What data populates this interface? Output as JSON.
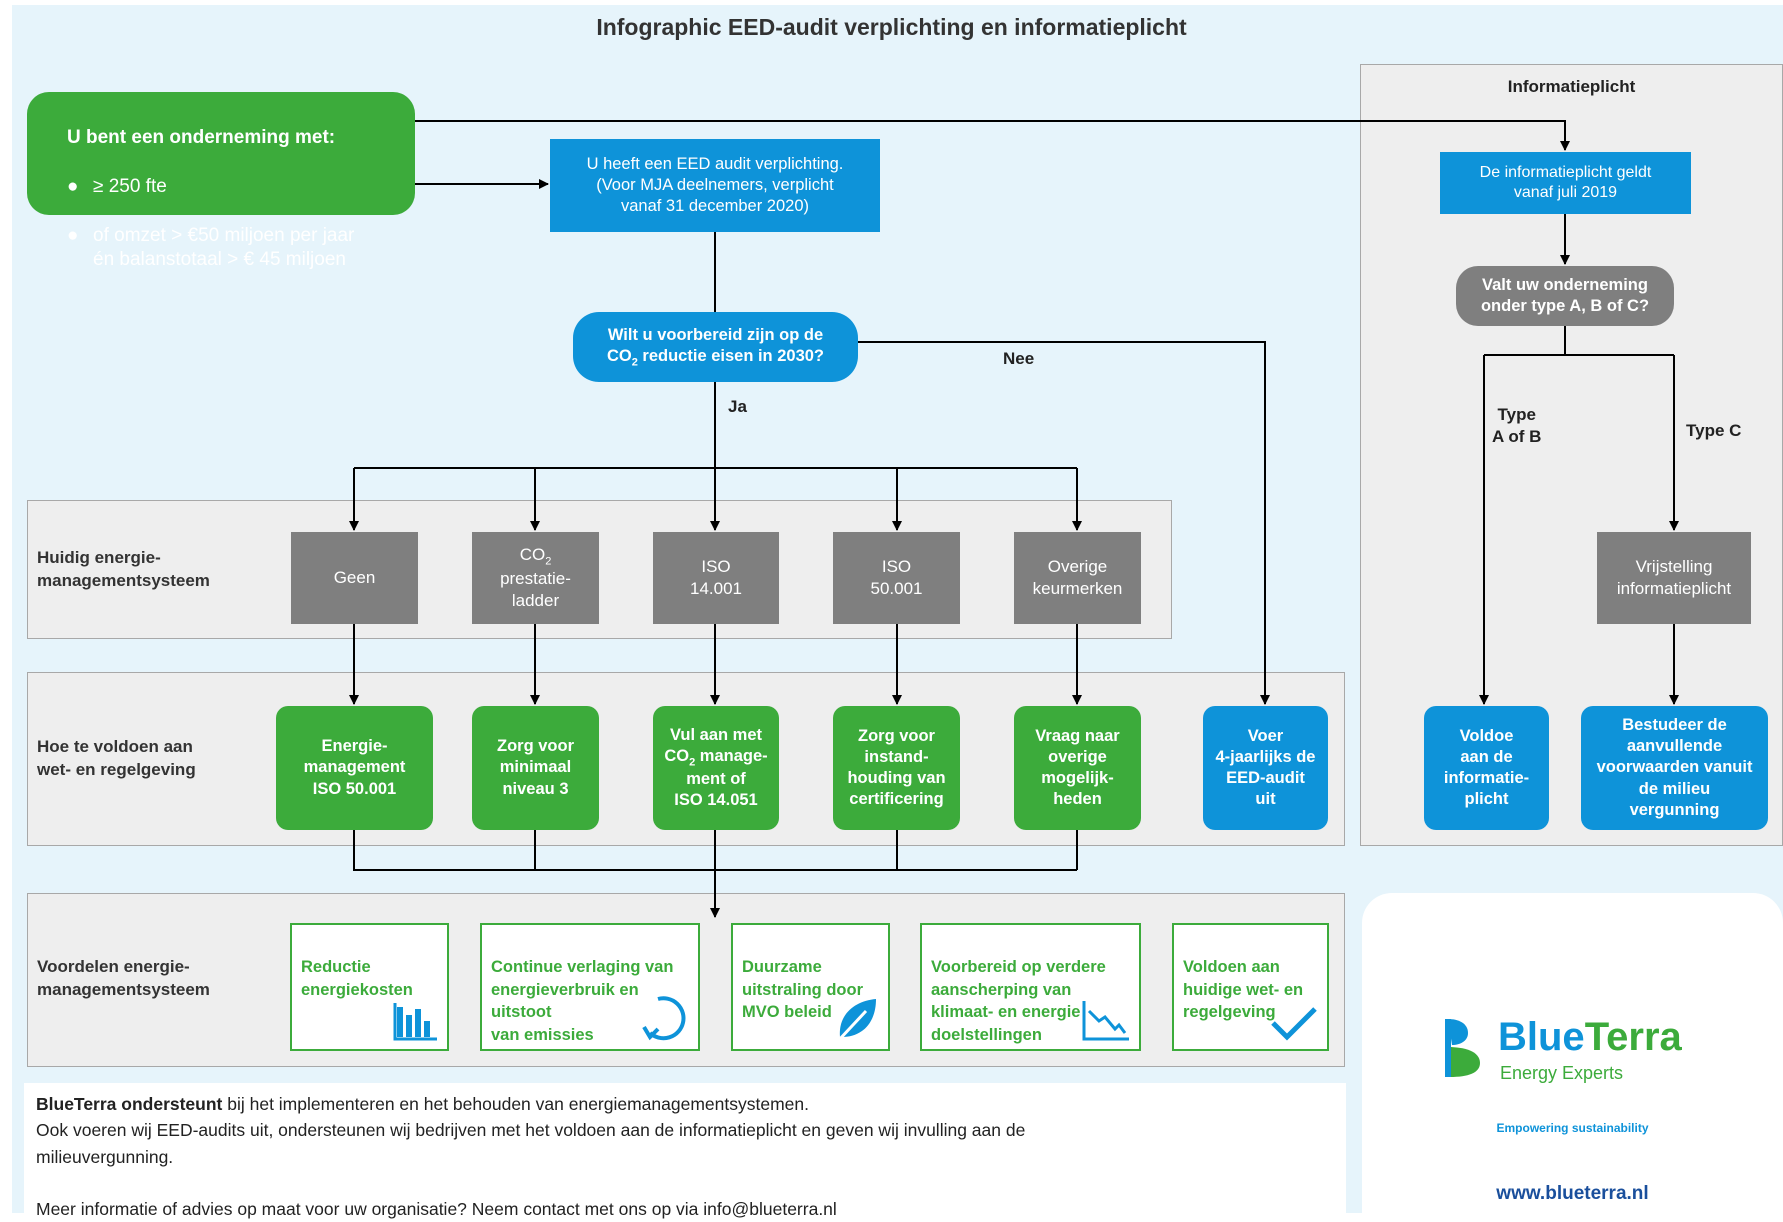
{
  "title": "Infographic EED-audit verplichting en informatieplicht",
  "start": {
    "heading": "U bent een onderneming met:",
    "bullets": [
      "≥ 250 fte",
      "of omzet > €50 miljoen per jaar\nén balanstotaal > € 45 miljoen"
    ]
  },
  "eed_box": "U heeft een EED audit verplichting.\n(Voor MJA deelnemers, verplicht\nvanaf 31 december 2020)",
  "question": {
    "line1": "Wilt u voorbereid zijn op de",
    "line2_pre": "CO",
    "line2_sub": "2",
    "line2_post": " reductie eisen in 2030?"
  },
  "labels": {
    "yes": "Ja",
    "no": "Nee",
    "type_ab": "Type\nA of B",
    "type_c": "Type C"
  },
  "rows": {
    "current": "Huidig energie-\nmanagementsysteem",
    "comply": "Hoe te voldoen aan\nwet- en regelgeving",
    "benefits": "Voordelen energie-\nmanagementsysteem"
  },
  "systems": [
    {
      "label": "Geen"
    },
    {
      "label_pre": "CO",
      "label_sub": "2",
      "label_post": "\nprestatie-\nladder"
    },
    {
      "label": "ISO\n14.001"
    },
    {
      "label": "ISO\n50.001"
    },
    {
      "label": "Overige\nkeurmerken"
    }
  ],
  "actions": [
    {
      "label": "Energie-\nmanagement\nISO 50.001"
    },
    {
      "label": "Zorg voor\nminimaal\nniveau 3"
    },
    {
      "label_pre": "Vul aan met\nCO",
      "label_sub": "2",
      "label_post": " manage-\nment of\nISO 14.051"
    },
    {
      "label": "Zorg voor\ninstand-\nhouding van\ncertificering"
    },
    {
      "label": "Vraag naar\noverige\nmogelijk-\nheden"
    },
    {
      "label": "Voer\n4-jaarlijks de\nEED-audit\nuit"
    }
  ],
  "benefits": [
    {
      "label": "Reductie\nenergiekosten",
      "icon": "bar-chart-icon"
    },
    {
      "label": "Continue verlaging van\nenergieverbruik en\nuitstoot\nvan emissies",
      "icon": "cycle-arrow-icon"
    },
    {
      "label": "Duurzame\nuitstraling door\nMVO beleid",
      "icon": "leaf-icon"
    },
    {
      "label": "Voorbereid op verdere\naanscherping van\nklimaat- en energie\ndoelstellingen",
      "icon": "decline-chart-icon"
    },
    {
      "label": "Voldoen aan\nhuidige wet- en\nregelgeving",
      "icon": "checkmark-icon"
    }
  ],
  "info_panel": {
    "title": "Informatieplicht",
    "start": "De informatieplicht geldt\nvanaf juli 2019",
    "question": "Valt uw onderneming\nonder type A, B of C?",
    "exemption": "Vrijstelling\ninformatieplicht",
    "comply": "Voldoe\naan de\ninformatie-\nplicht",
    "study": "Bestudeer de\naanvullende\nvoorwaarden vanuit\nde milieu\nvergunning"
  },
  "footer": {
    "bold": "BlueTerra ondersteunt",
    "rest": " bij het implementeren en het behouden van energiemanagementsystemen.",
    "line2": "Ook voeren wij EED-audits uit, ondersteunen wij bedrijven met het voldoen aan de informatieplicht en geven wij invulling aan de\nmilieuvergunning.",
    "line3": "Meer informatie of advies op maat voor uw organisatie? Neem contact met ons op via info@blueterra.nl"
  },
  "logo": {
    "name_blue": "Blue",
    "name_green": "Terra",
    "sub": "Energy Experts",
    "tagline": "Empowering sustainability",
    "url": "www.blueterra.nl"
  },
  "colors": {
    "green": "#3cab3b",
    "blue": "#0e93d9",
    "gray": "#7f7f7f",
    "background": "#e6f4fb"
  }
}
